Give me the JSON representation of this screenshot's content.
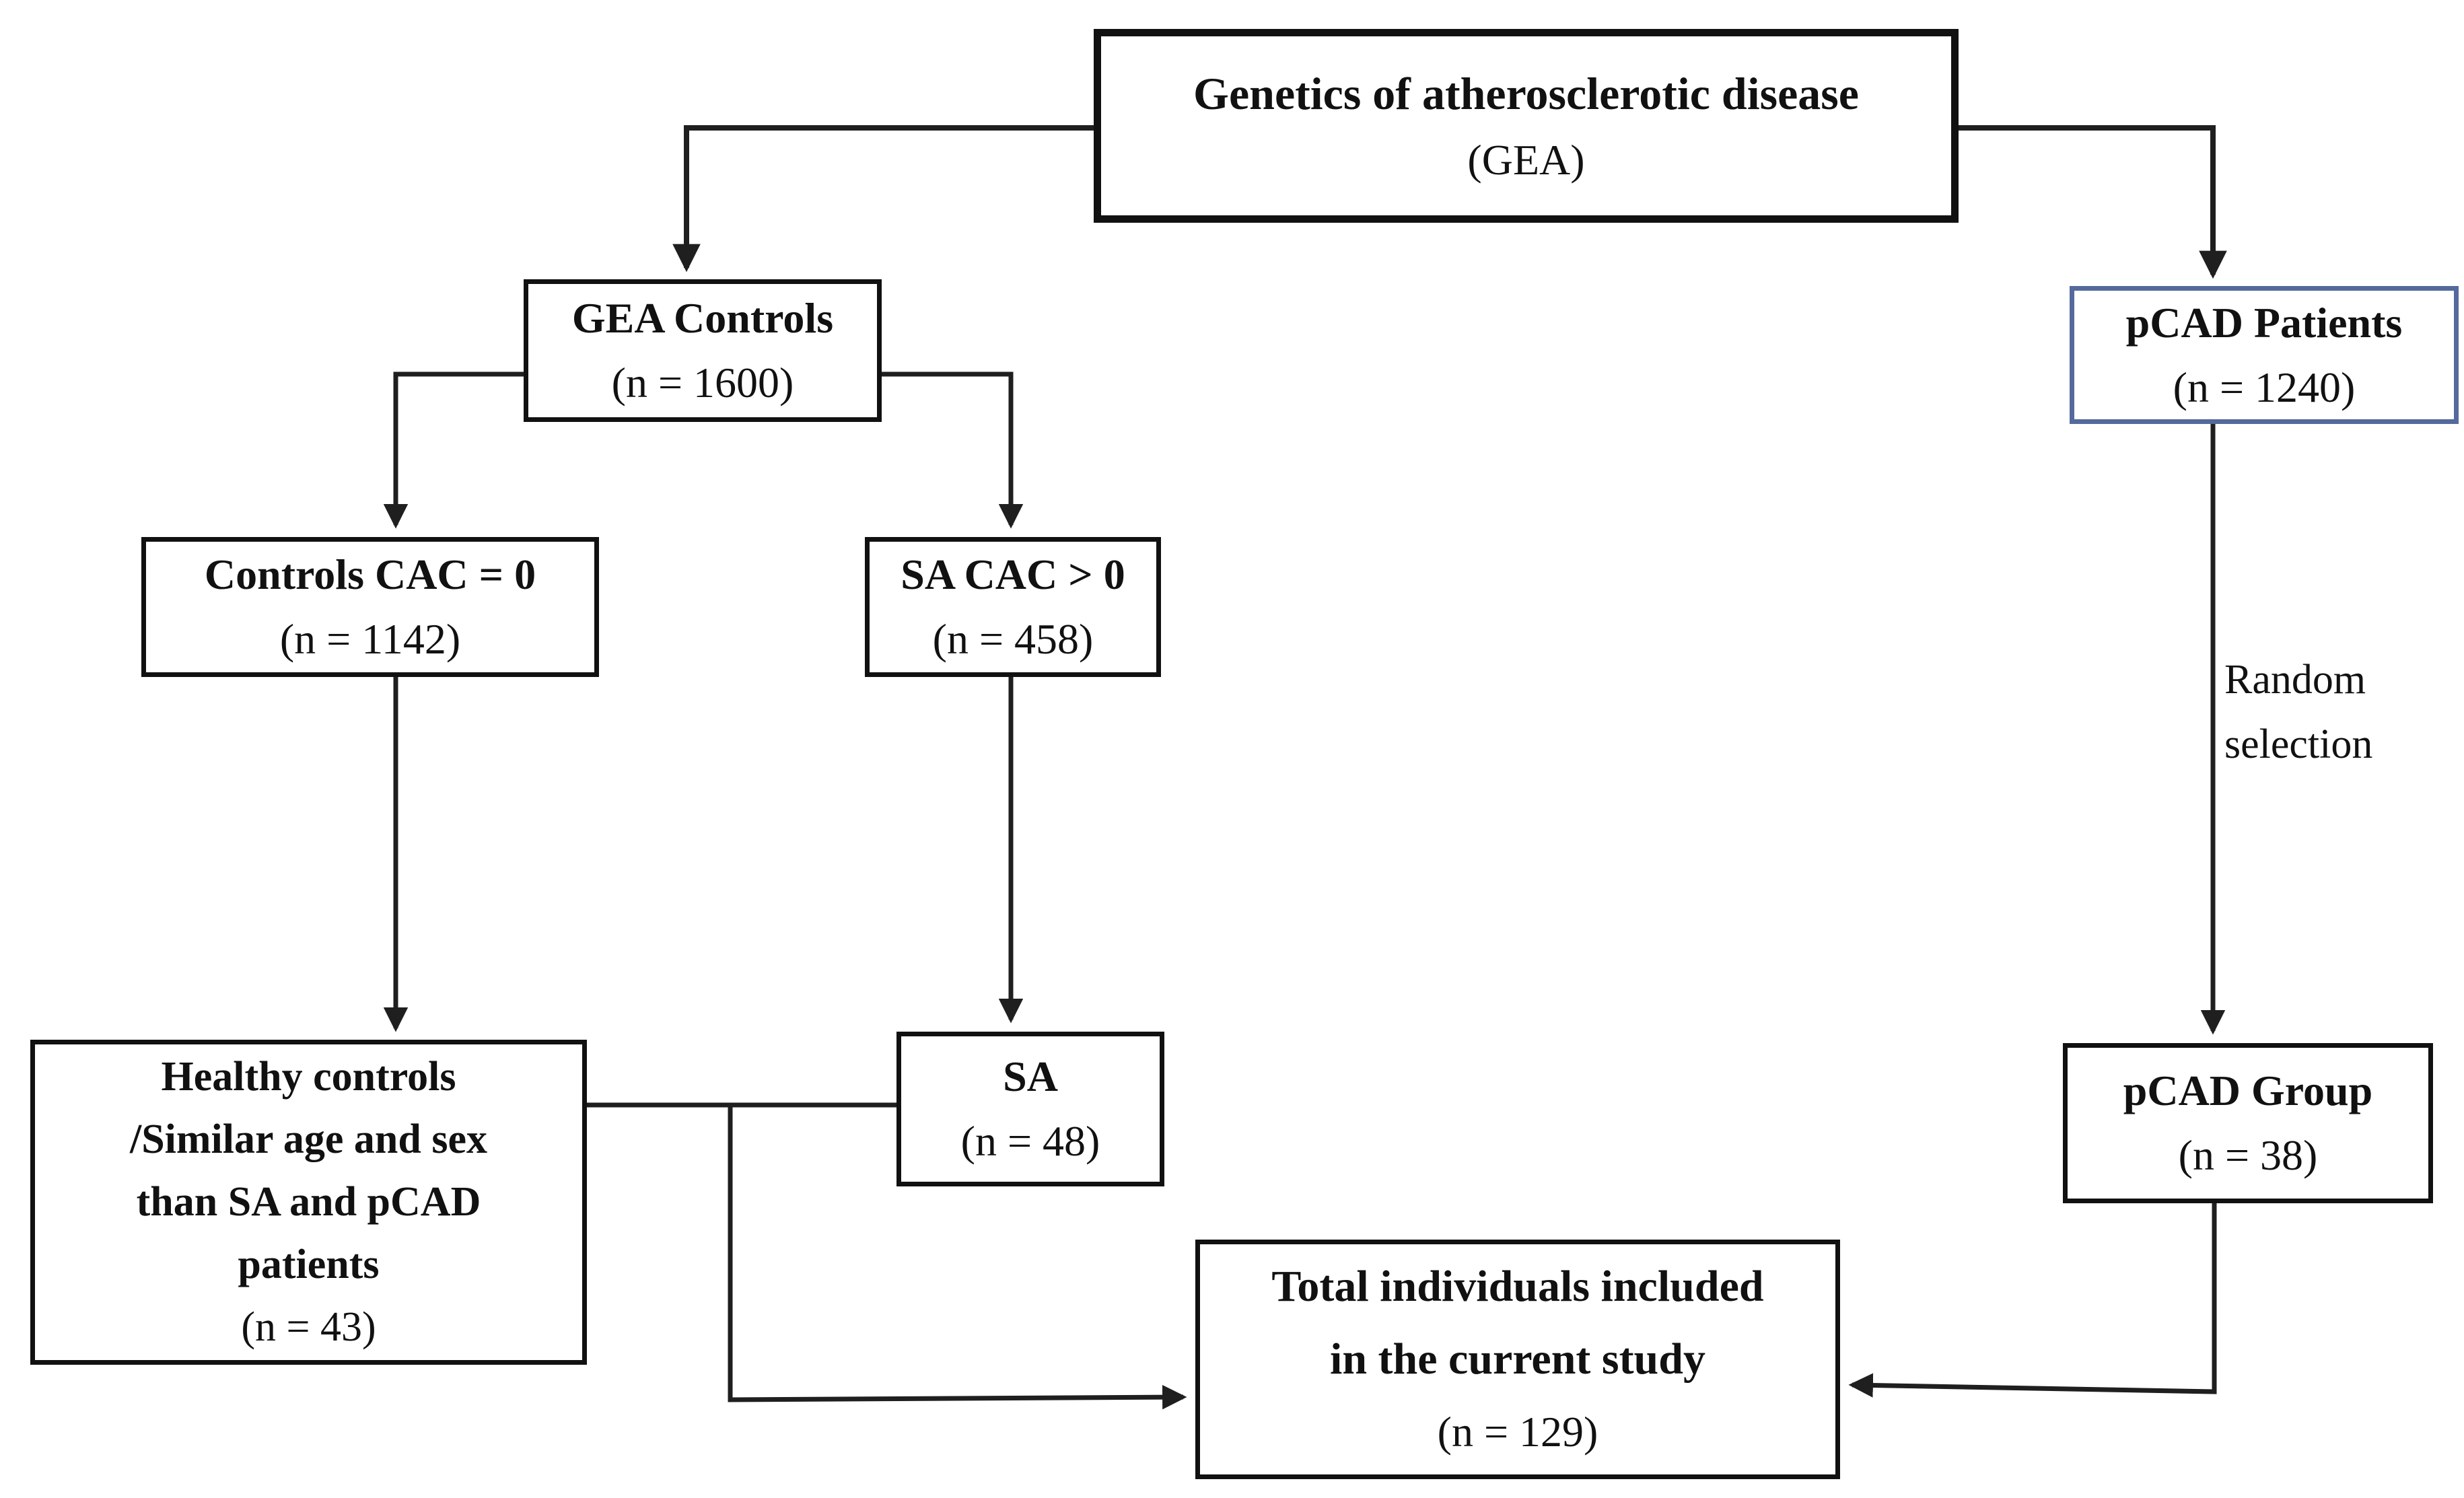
{
  "diagram": {
    "type": "flowchart",
    "description": "Study enrollment flow diagram for the Genetics of atherosclerotic disease (GEA) cohort",
    "colors": {
      "background": "#ffffff",
      "box_border": "#111111",
      "accent_box_border": "#54699c",
      "text": "#111111",
      "connector": "#1f1f1f"
    },
    "nodes": {
      "gea": {
        "title": "Genetics of atherosclerotic disease",
        "subtitle": "(GEA)"
      },
      "gea_controls": {
        "title": "GEA Controls",
        "subtitle": "(n = 1600)"
      },
      "pcad_patients": {
        "title": "pCAD Patients",
        "subtitle": "(n = 1240)"
      },
      "controls_cac0": {
        "title": "Controls CAC = 0",
        "subtitle": "(n = 1142)"
      },
      "sa_cac_gt0": {
        "title": "SA CAC > 0",
        "subtitle": "(n = 458)"
      },
      "healthy_controls": {
        "title_lines": [
          "Healthy controls",
          "/Similar age and sex",
          "than SA and pCAD",
          "patients"
        ],
        "subtitle": "(n = 43)"
      },
      "sa": {
        "title": "SA",
        "subtitle": "(n = 48)"
      },
      "pcad_group": {
        "title": "pCAD Group",
        "subtitle": "(n = 38)"
      },
      "total": {
        "title_lines": [
          "Total individuals included",
          "in the current study"
        ],
        "subtitle": "(n = 129)"
      }
    },
    "edge_labels": {
      "random_selection": [
        "Random",
        "selection"
      ]
    }
  }
}
